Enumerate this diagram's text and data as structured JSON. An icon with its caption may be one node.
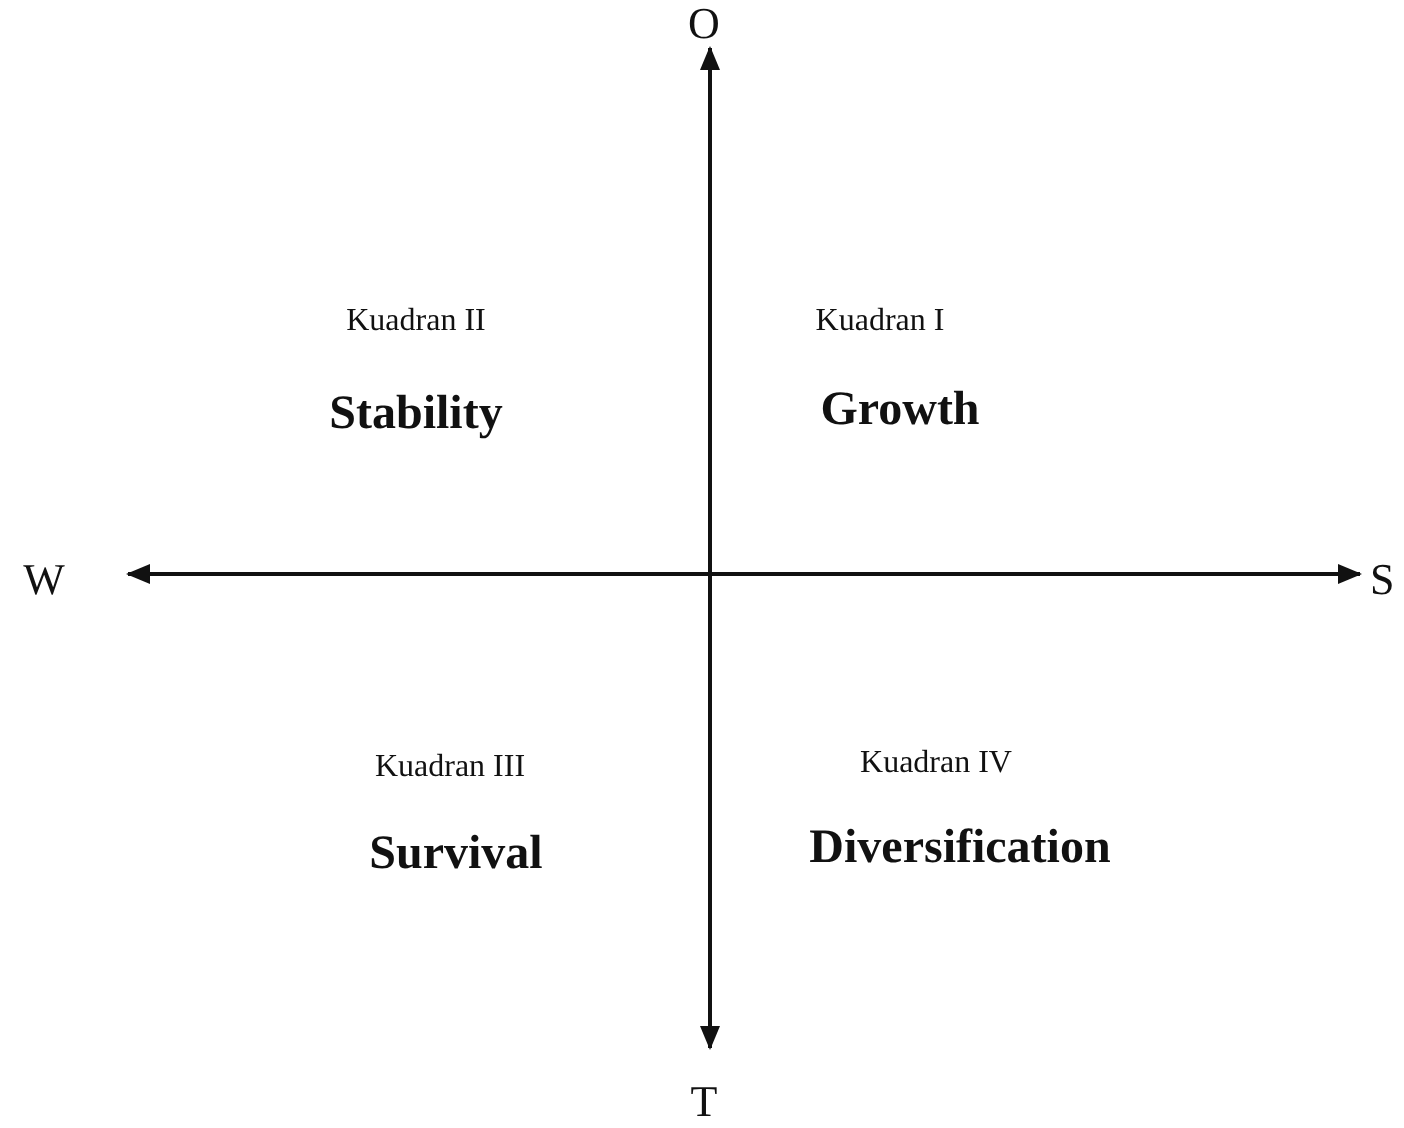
{
  "diagram": {
    "labels": [
      "O",
      "Kuadran II",
      "Kuadran I",
      "Stability",
      "Growth",
      "W",
      "S",
      "Kuadran III",
      "Kuadran IV",
      "Survival",
      "Diversification",
      "T"
    ]
  }
}
